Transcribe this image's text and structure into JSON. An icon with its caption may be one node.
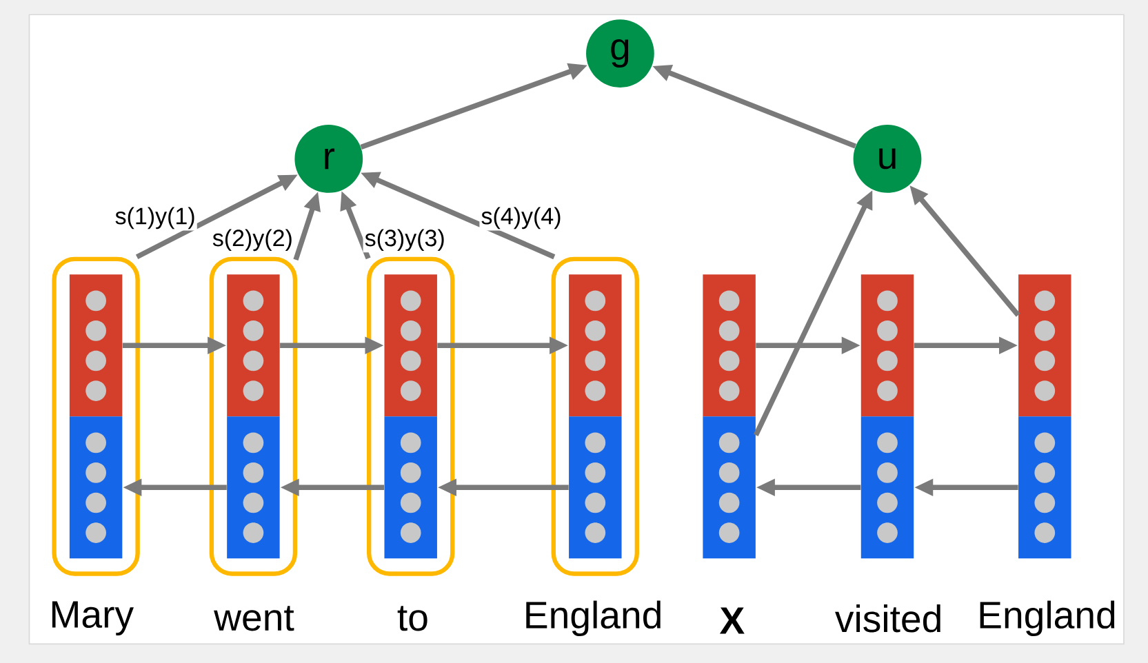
{
  "diagram": {
    "nodes": [
      {
        "text": [
          "g"
        ]
      },
      {
        "text": [
          "r"
        ]
      },
      {
        "text": [
          "u"
        ]
      },
      {
        "text": [],
        "shape": "box"
      },
      {
        "text": [],
        "shape": "bar",
        "in": 3
      },
      {
        "text": [],
        "shape": "bar",
        "in": 3
      },
      {
        "text": [],
        "shape": "box"
      },
      {
        "text": [],
        "shape": "bar",
        "in": 6
      },
      {
        "text": [],
        "shape": "bar",
        "in": 6
      },
      {
        "text": [],
        "shape": "box"
      },
      {
        "text": [],
        "shape": "bar",
        "in": 9
      },
      {
        "text": [],
        "shape": "bar",
        "in": 9
      },
      {
        "text": [],
        "shape": "box"
      },
      {
        "text": [],
        "shape": "bar",
        "in": 12
      },
      {
        "text": [],
        "shape": "bar",
        "in": 12
      },
      {
        "text": [],
        "shape": "bar"
      },
      {
        "text": [],
        "shape": "bar"
      },
      {
        "text": [],
        "shape": "bar"
      },
      {
        "text": [],
        "shape": "bar"
      },
      {
        "text": [],
        "shape": "bar"
      },
      {
        "text": [],
        "shape": "bar"
      }
    ],
    "edges": [
      {
        "from": 1,
        "to": 0,
        "arrow": "to"
      },
      {
        "from": 2,
        "to": 0,
        "arrow": "to"
      },
      {
        "from": 3,
        "to": 1,
        "arrow": "to",
        "label": "s(1)y(1)"
      },
      {
        "from": 6,
        "to": 1,
        "arrow": "to",
        "label": "s(2)y(2)"
      },
      {
        "from": 9,
        "to": 1,
        "arrow": "to",
        "label": "s(3)y(3)"
      },
      {
        "from": 12,
        "to": 1,
        "arrow": "to",
        "label": "s(4)y(4)"
      },
      {
        "from": 16,
        "to": 2,
        "arrow": "to"
      },
      {
        "from": 19,
        "to": 2,
        "arrow": "to"
      },
      {
        "from": 4,
        "to": 7,
        "arrow": "to"
      },
      {
        "from": 7,
        "to": 10,
        "arrow": "to"
      },
      {
        "from": 10,
        "to": 13,
        "arrow": "to"
      },
      {
        "from": 15,
        "to": 17,
        "arrow": "to"
      },
      {
        "from": 17,
        "to": 19,
        "arrow": "to"
      },
      {
        "from": 8,
        "to": 5,
        "arrow": "to"
      },
      {
        "from": 11,
        "to": 8,
        "arrow": "to"
      },
      {
        "from": 14,
        "to": 11,
        "arrow": "to"
      },
      {
        "from": 18,
        "to": 16,
        "arrow": "to"
      },
      {
        "from": 20,
        "to": 18,
        "arrow": "to"
      }
    ],
    "labels": [
      "Mary",
      "went",
      "to",
      "England",
      "X",
      "visited",
      "England"
    ]
  }
}
